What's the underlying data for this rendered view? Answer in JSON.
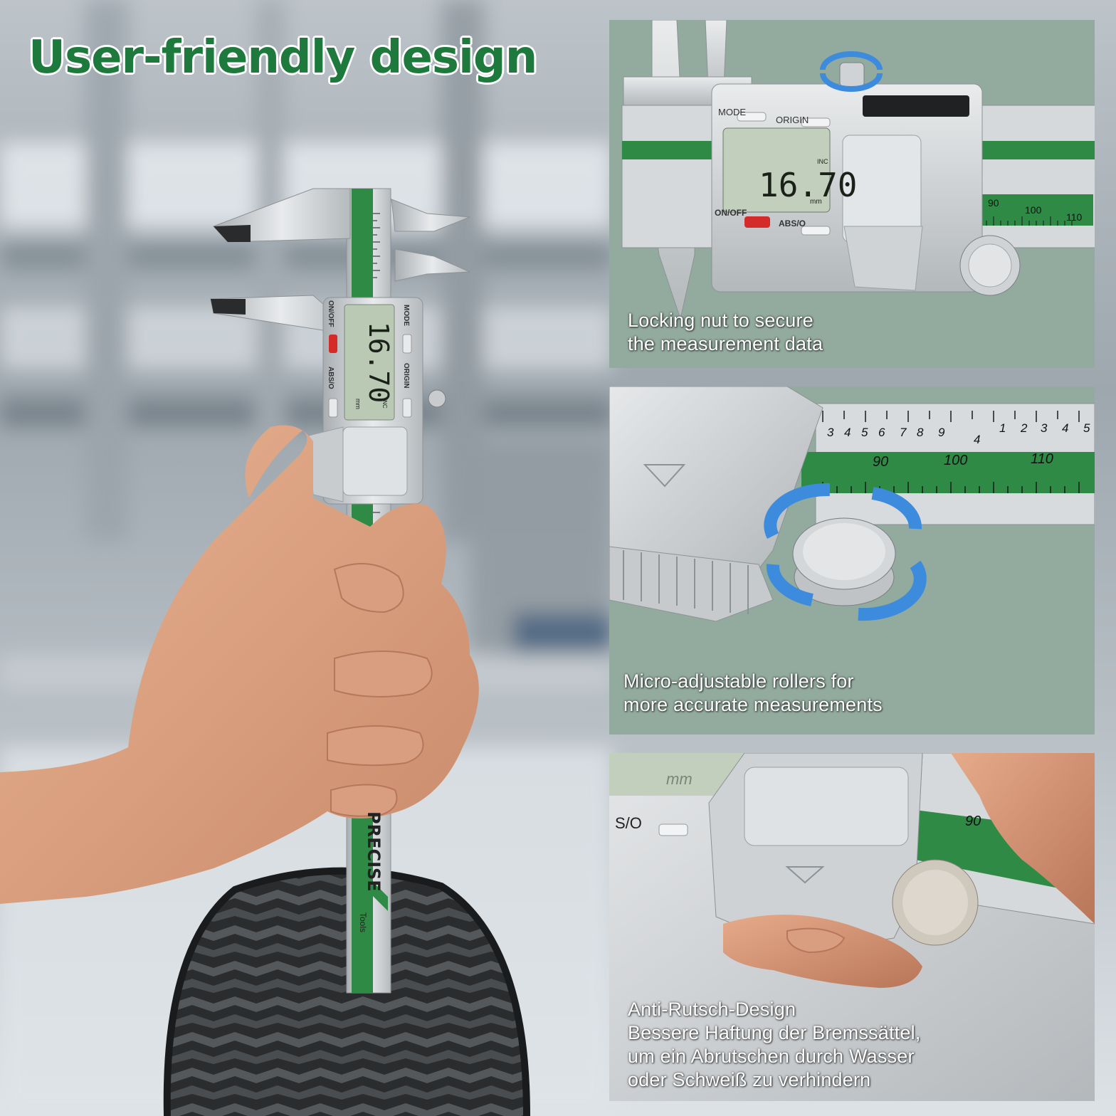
{
  "headline": "User-friendly design",
  "main_caliper": {
    "display_value": "16.70",
    "unit": "mm",
    "mode_indicator": "INC",
    "buttons": {
      "onoff": "ON/OFF",
      "mode": "MODE",
      "abs": "ABS/O",
      "origin": "ORIGIN"
    },
    "brand": "PRECISE",
    "brand_sub": "Tools"
  },
  "panels": [
    {
      "caption": [
        "Locking nut to secure",
        "the measurement data"
      ],
      "display_value": "16.70",
      "unit": "mm",
      "mode_indicator": "INC",
      "buttons": {
        "mode": "MODE",
        "origin": "ORIGIN",
        "onoff": "ON/OFF",
        "abs": "ABS/O"
      },
      "scale": [
        "90",
        "100",
        "110"
      ]
    },
    {
      "caption": [
        "Micro-adjustable rollers for",
        "more accurate measurements"
      ],
      "scale": [
        "90",
        "100",
        "110"
      ],
      "vernier": [
        "3",
        "4",
        "5",
        "6",
        "7",
        "8",
        "9",
        "4",
        "1",
        "2",
        "3",
        "4",
        "5"
      ]
    },
    {
      "caption": [
        "Anti-Rutsch-Design",
        "Bessere Haftung der Bremssättel,",
        "um ein Abrutschen durch Wasser",
        "oder Schweiß zu verhindern"
      ],
      "button_label": "S/O",
      "unit": "mm",
      "scale": [
        "90"
      ]
    }
  ],
  "colors": {
    "headline_green": "#1e7a3c",
    "scale_green": "#2f8a45",
    "panel_bg": "#93ab9f",
    "button_red": "#d42a2a"
  }
}
